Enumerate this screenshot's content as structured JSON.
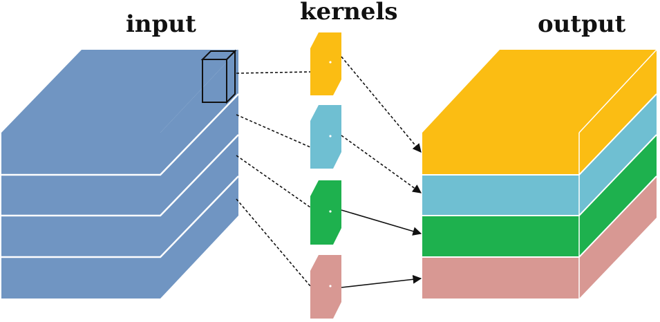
{
  "labels": {
    "input": "input",
    "kernels": "kernels",
    "output": "output"
  },
  "colors": {
    "input_block": "#7095c2",
    "kernel_1": "#fbbd13",
    "kernel_2": "#6fbfd2",
    "kernel_3": "#1eb14e",
    "kernel_4": "#d89893",
    "divider": "#ffffff",
    "line": "#111111"
  },
  "diagram": {
    "input_slices": 4,
    "kernel_count": 4,
    "output_slices": 4
  }
}
